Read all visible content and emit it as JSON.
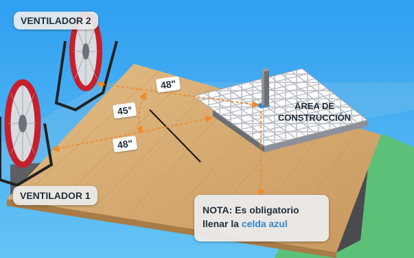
{
  "labels": {
    "fan2": "VENTILADOR 2",
    "fan1": "VENTILADOR 1",
    "build_area_line1": "ÁREA DE",
    "build_area_line2": "CONSTRUCCIÓN"
  },
  "measurements": {
    "top_distance": "48\"",
    "angle": "45°",
    "bottom_distance": "48\""
  },
  "note": {
    "prefix": "NOTA: Es obligatorio",
    "line2_prefix": "llenar la ",
    "highlight": "celda azul"
  },
  "colors": {
    "sky": "#3ea9f0",
    "grass": "#5cc078",
    "table_top": "#d2a770",
    "table_side": "#5e5f62",
    "fan_red": "#c71f2b",
    "dashed_arrow": "#f08a2c",
    "blue_cell": "#2f86c8"
  }
}
